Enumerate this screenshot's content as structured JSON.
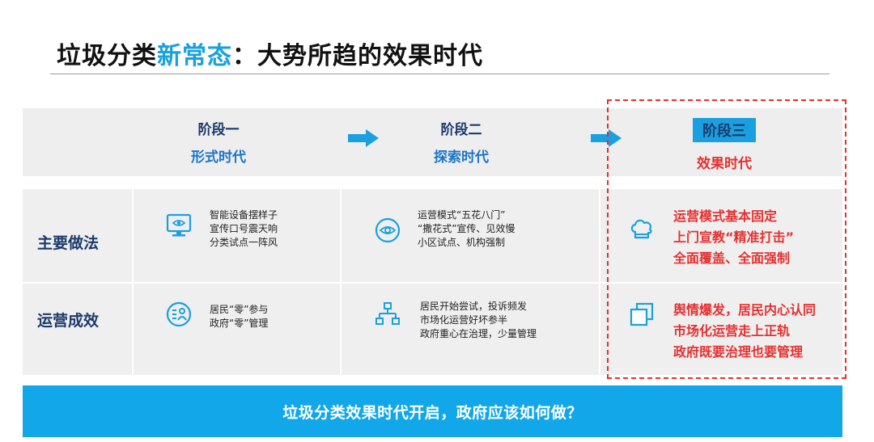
{
  "title": {
    "part1": "垃圾分类",
    "highlight": "新常态",
    "part2": "：大势所趋的效果时代"
  },
  "stages": [
    {
      "num": "阶段一",
      "era": "形式时代"
    },
    {
      "num": "阶段二",
      "era": "探索时代"
    },
    {
      "num": "阶段三",
      "era": "效果时代"
    }
  ],
  "rows": [
    {
      "label": "主要做法",
      "cells": [
        {
          "icon": "monitor-eye-icon",
          "lines": [
            "智能设备摆样子",
            "宣传口号震天响",
            "分类试点一阵风"
          ]
        },
        {
          "icon": "eye-circle-icon",
          "lines": [
            "运营模式“五花八门”",
            "“撒花式”宣传、见效慢",
            "小区试点、机构强制"
          ]
        },
        {
          "icon": "chef-hat-icon",
          "lines": [
            "运营模式基本固定",
            "上门宣教“精准打击”",
            "全面覆盖、全面强制"
          ]
        }
      ]
    },
    {
      "label": "运营成效",
      "cells": [
        {
          "icon": "list-person-icon",
          "lines": [
            "居民“零”参与",
            "政府“零”管理"
          ]
        },
        {
          "icon": "hierarchy-icon",
          "lines": [
            "居民开始尝试，投诉频发",
            "市场化运营好坏参半",
            "政府重心在治理，少量管理"
          ]
        },
        {
          "icon": "stacked-squares-icon",
          "lines": [
            "舆情爆发，居民内心认同",
            "市场化运营走上正轨",
            "政府既要治理也要管理"
          ]
        }
      ]
    }
  ],
  "banner": "垃圾分类效果时代开启，政府应该如何做？",
  "colors": {
    "accent": "#1aa0e0",
    "navy": "#1b3a6b",
    "red": "#e53030",
    "banner": "#12a7e8"
  }
}
